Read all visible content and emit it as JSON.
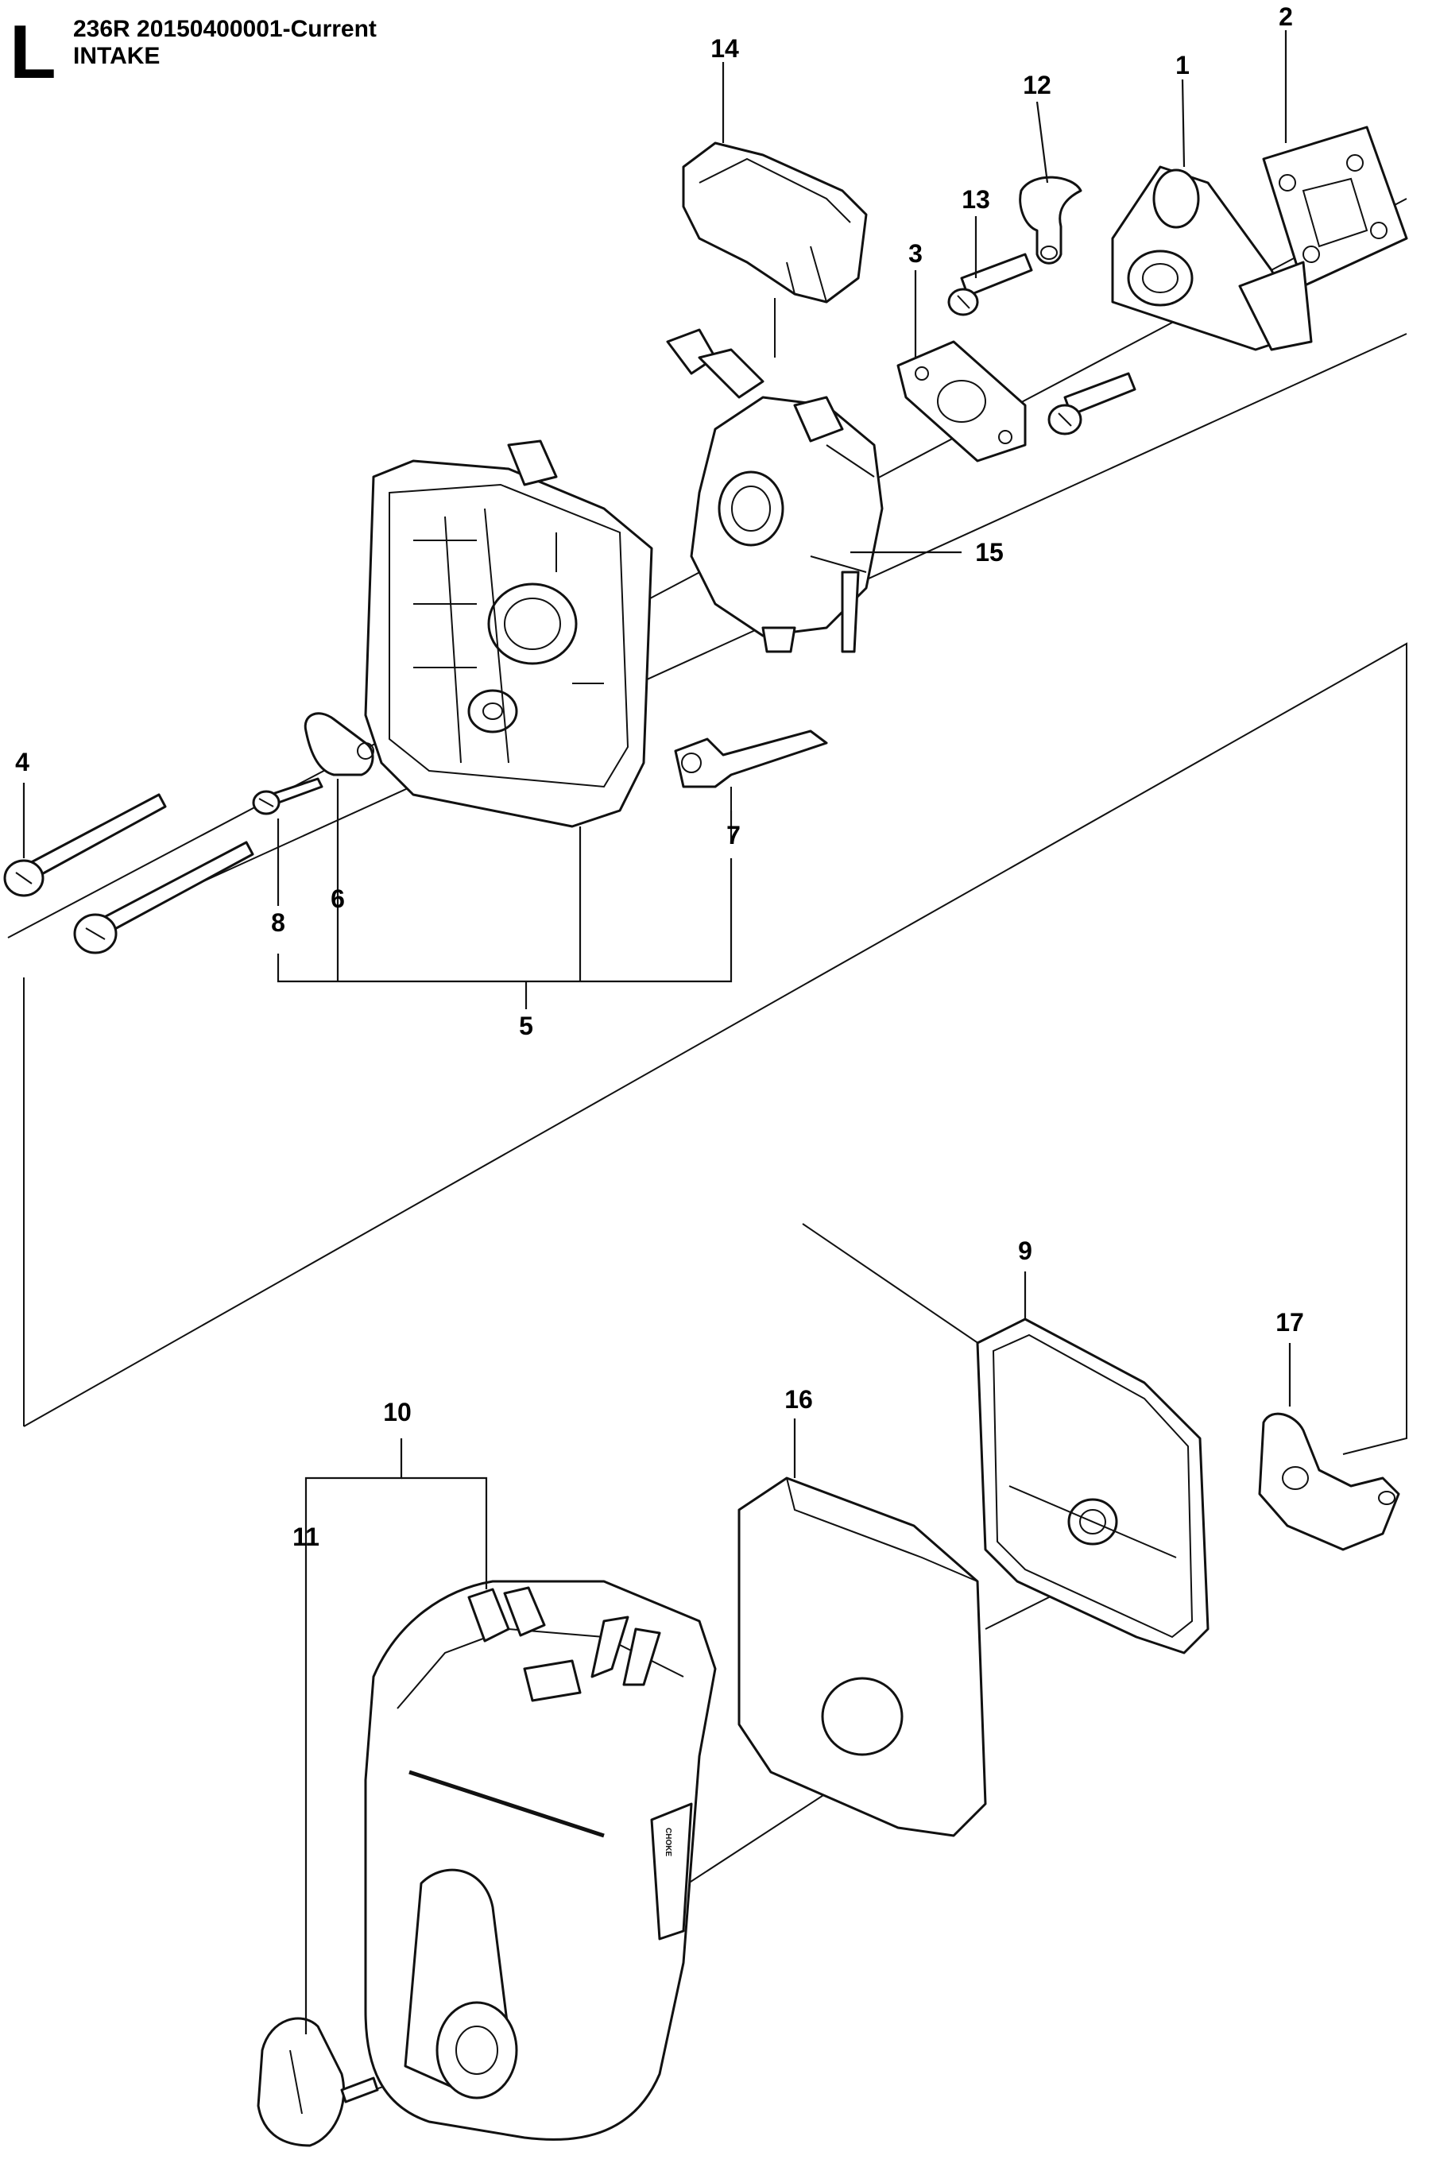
{
  "header": {
    "section_letter": "L",
    "model_line": "236R  20150400001-Current",
    "title": "INTAKE"
  },
  "callouts": [
    {
      "id": "14",
      "label": "14"
    },
    {
      "id": "12",
      "label": "12"
    },
    {
      "id": "1",
      "label": "1"
    },
    {
      "id": "2",
      "label": "2"
    },
    {
      "id": "13",
      "label": "13"
    },
    {
      "id": "3",
      "label": "3"
    },
    {
      "id": "15",
      "label": "15"
    },
    {
      "id": "4",
      "label": "4"
    },
    {
      "id": "7",
      "label": "7"
    },
    {
      "id": "8",
      "label": "8"
    },
    {
      "id": "6",
      "label": "6"
    },
    {
      "id": "5",
      "label": "5"
    },
    {
      "id": "9",
      "label": "9"
    },
    {
      "id": "17",
      "label": "17"
    },
    {
      "id": "16",
      "label": "16"
    },
    {
      "id": "10",
      "label": "10"
    },
    {
      "id": "11",
      "label": "11"
    }
  ],
  "cover_text": {
    "choke": "CHOKE"
  }
}
